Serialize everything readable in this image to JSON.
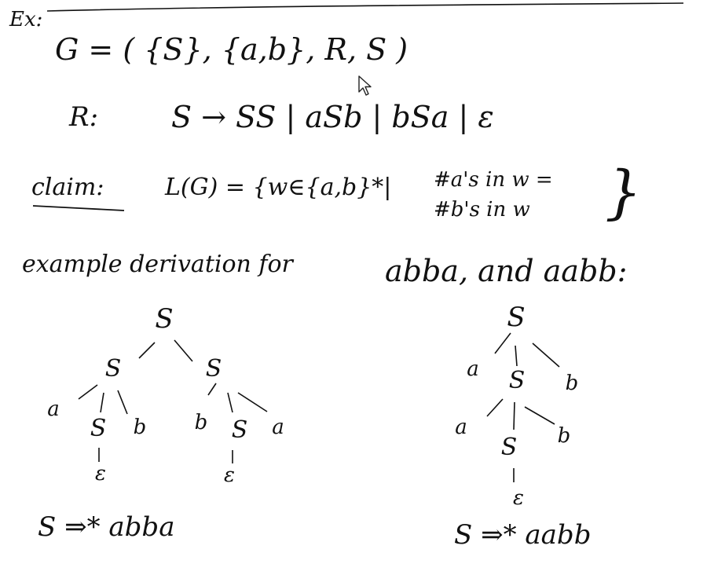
{
  "example_label": "Ex:",
  "grammar_def": "G = ( {S}, {a,b}, R, S )",
  "rules_label": "R:",
  "rules": "S → SS | aSb | bSa | ε",
  "claim_label": "claim:",
  "claim_lhs": "L(G) = {w∈{a,b}*|",
  "claim_cond_1": "#a's in w =",
  "claim_cond_2": "#b's in w",
  "claim_close": "}",
  "example_text": "example derivation for",
  "example_strings": "abba, and aabb:",
  "tree_left": {
    "root": "S",
    "left_child": "S",
    "right_child": "S",
    "ll_a": "a",
    "ll_s": "S",
    "ll_b": "b",
    "ll_eps": "ε",
    "rr_b": "b",
    "rr_s": "S",
    "rr_a": "a",
    "rr_eps": "ε",
    "derivation": "S ⇒* abba"
  },
  "tree_right": {
    "root": "S",
    "c1_a": "a",
    "c1_s": "S",
    "c1_b": "b",
    "c2_a": "a",
    "c2_s": "S",
    "c2_b": "b",
    "eps": "ε",
    "derivation": "S ⇒* aabb"
  },
  "ink_color": "#111111",
  "icons": [
    "mouse-cursor-icon"
  ]
}
